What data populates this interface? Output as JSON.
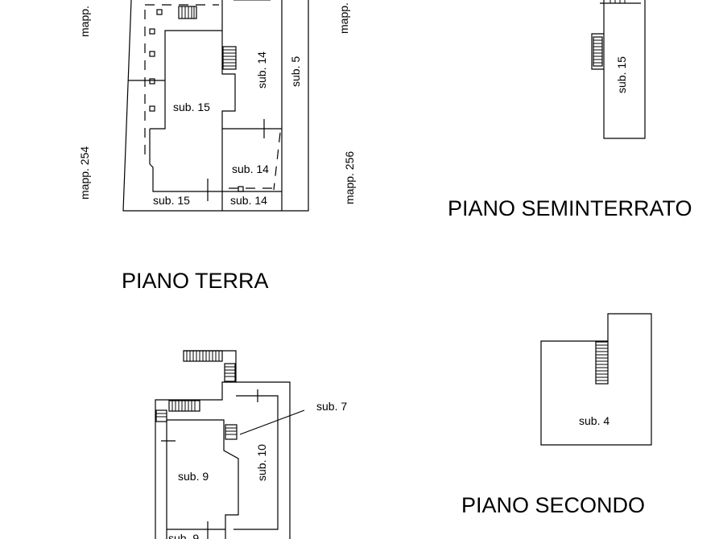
{
  "plans": {
    "terra": {
      "title": "PIANO TERRA",
      "labels": [
        "sub. 15",
        "sub. 14",
        "sub. 5",
        "sub. 14",
        "sub. 15",
        "sub. 14"
      ],
      "mapp_left_top": "mapp.",
      "mapp_left_bottom": "mapp. 254",
      "mapp_right_top": "mapp.",
      "mapp_right_bottom": "mapp. 256"
    },
    "seminterrato": {
      "title": "PIANO SEMINTERRATO",
      "labels": [
        "sub. 15"
      ]
    },
    "primo": {
      "labels": [
        "sub. 7",
        "sub. 9",
        "sub. 10",
        "sub. 9"
      ]
    },
    "secondo": {
      "title": "PIANO SECONDO",
      "labels": [
        "sub. 4"
      ]
    }
  }
}
